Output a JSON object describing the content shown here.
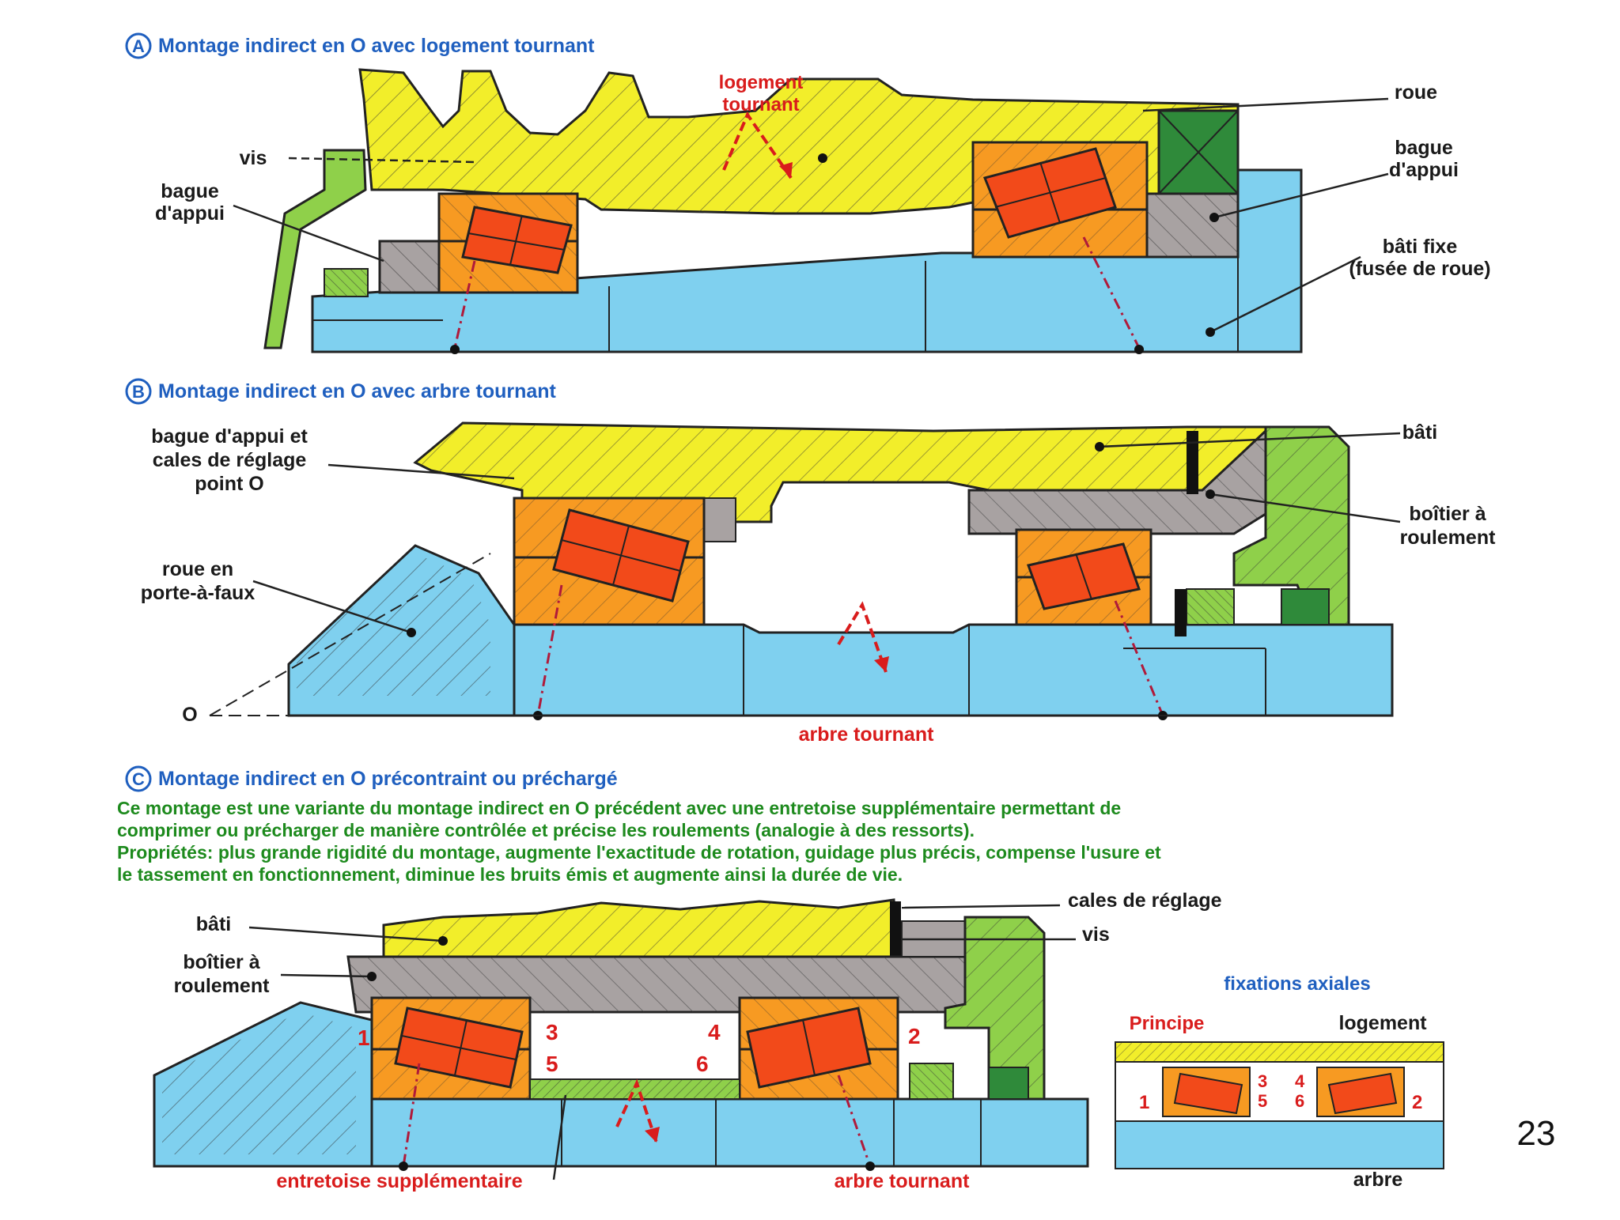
{
  "sectionA": {
    "letter": "A",
    "title": "Montage indirect en O avec logement tournant",
    "labels": {
      "logement_line1": "logement",
      "logement_line2": "tournant",
      "roue": "roue",
      "vis": "vis",
      "bague_left_line1": "bague",
      "bague_left_line2": "d'appui",
      "bague_right_line1": "bague",
      "bague_right_line2": "d'appui",
      "bati_line1": "bâti fixe",
      "bati_line2": "(fusée de roue)"
    }
  },
  "sectionB": {
    "letter": "B",
    "title": "Montage indirect en O avec arbre tournant",
    "labels": {
      "bague_line1": "bague d'appui et",
      "bague_line2": "cales de réglage",
      "bague_line3": "point O",
      "bati": "bâti",
      "boitier_line1": "boîtier à",
      "boitier_line2": "roulement",
      "roue_line1": "roue en",
      "roue_line2": "porte-à-faux",
      "point_o": "O",
      "arbre": "arbre tournant"
    }
  },
  "sectionC": {
    "letter": "C",
    "title": "Montage indirect en O précontraint ou préchargé",
    "description_line1": "Ce montage est une variante du montage indirect en O précédent avec une entretoise supplémentaire permettant de",
    "description_line2": "comprimer ou précharger de manière contrôlée et précise les roulements (analogie à des ressorts).",
    "properties_label": "Propriétés:",
    "properties_line1": " plus grande rigidité du montage, augmente l'exactitude de rotation, guidage plus précis, compense l'usure et",
    "properties_line2": "le tassement en fonctionnement, diminue les bruits émis et augmente ainsi la durée de vie.",
    "labels": {
      "cales": "cales de réglage",
      "vis": "vis",
      "bati": "bâti",
      "boitier_line1": "boîtier à",
      "boitier_line2": "roulement",
      "entretoise": "entretoise supplémentaire",
      "arbre": "arbre tournant",
      "n1": "1",
      "n2": "2",
      "n3": "3",
      "n4": "4",
      "n5": "5",
      "n6": "6"
    },
    "inset": {
      "title": "fixations axiales",
      "principe": "Principe",
      "logement": "logement",
      "arbre": "arbre",
      "n1": "1",
      "n2": "2",
      "n3": "3",
      "n4": "4",
      "n5": "5",
      "n6": "6"
    }
  },
  "page_number": "23",
  "colors": {
    "yellow": "#f2ee2a",
    "blue": "#7fd0ef",
    "orange": "#f79a22",
    "roller_red": "#f24a1a",
    "gray": "#a8a2a2",
    "green_light": "#8fd04a",
    "green_dark": "#2f8a3a",
    "title_blue": "#1f5fbf",
    "text_red": "#d91c1c",
    "text_green": "#1d8a1d"
  }
}
